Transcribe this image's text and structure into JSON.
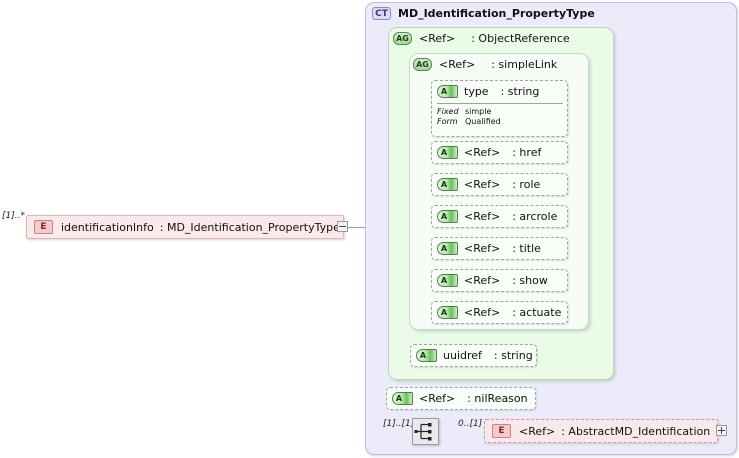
{
  "diagram": {
    "kind": "xsd-schema-diagram",
    "root_element": {
      "badge": "E",
      "name": "identificationInfo",
      "type": ": MD_Identification_PropertyType",
      "cardinality": "[1]..*",
      "toggle": "collapse"
    },
    "complex_type": {
      "badge": "CT",
      "name": "MD_Identification_PropertyType"
    },
    "attribute_group_outer": {
      "badge": "AG",
      "name": "<Ref>",
      "type": ": ObjectReference"
    },
    "attribute_group_inner": {
      "badge": "AG",
      "name": "<Ref>",
      "type": ": simpleLink"
    },
    "simple_link_attributes": [
      {
        "badge": "A",
        "name": "type",
        "type": ": string",
        "properties": [
          {
            "key": "Fixed",
            "value": "simple"
          },
          {
            "key": "Form",
            "value": "Qualified"
          }
        ]
      },
      {
        "badge": "A",
        "name": "<Ref>",
        "type": ": href"
      },
      {
        "badge": "A",
        "name": "<Ref>",
        "type": ": role"
      },
      {
        "badge": "A",
        "name": "<Ref>",
        "type": ": arcrole"
      },
      {
        "badge": "A",
        "name": "<Ref>",
        "type": ": title"
      },
      {
        "badge": "A",
        "name": "<Ref>",
        "type": ": show"
      },
      {
        "badge": "A",
        "name": "<Ref>",
        "type": ": actuate"
      }
    ],
    "object_reference_attributes": [
      {
        "badge": "A",
        "name": "uuidref",
        "type": ": string"
      }
    ],
    "type_attributes": [
      {
        "badge": "A",
        "name": "<Ref>",
        "type": ": nilReason"
      }
    ],
    "sequence": {
      "icon": "sequence-icon",
      "cardinality": "[1]..[1]"
    },
    "child_element": {
      "badge": "E",
      "name": "<Ref>",
      "type": ": AbstractMD_Identification",
      "cardinality": "0..[1]",
      "toggle": "expand"
    },
    "colors": {
      "complex_type_bg": "#ecebfa",
      "complex_type_border": "#bfbde4",
      "attr_group_bg": "#eafbe8",
      "attr_group_border": "#b9d9b4",
      "attr_group_pale_bg": "#f7fdf6",
      "attribute_row_bg": "#f8fdf7",
      "attribute_row_border": "#9aa79a",
      "element_bg": "#fae9ea",
      "element_border": "#dcb7ba",
      "badge_ct_bg": "#dcdaf4",
      "badge_e_bg": "#f6c9cc",
      "connector": "#9b9bab",
      "page_bg": "#ffffff"
    }
  }
}
